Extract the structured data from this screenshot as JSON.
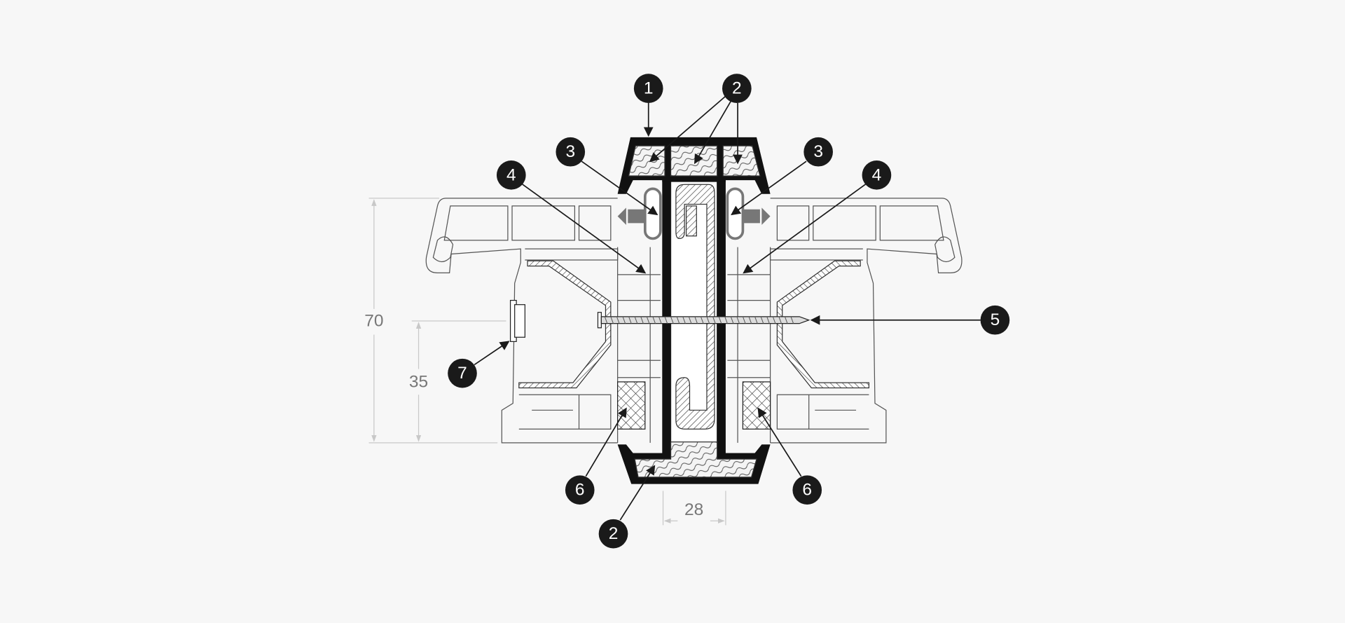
{
  "diagram": {
    "title": "Window mullion coupling cross-section",
    "callouts": [
      {
        "id": "c1",
        "label": "1"
      },
      {
        "id": "c2a",
        "label": "2"
      },
      {
        "id": "c3l",
        "label": "3"
      },
      {
        "id": "c3r",
        "label": "3"
      },
      {
        "id": "c4l",
        "label": "4"
      },
      {
        "id": "c4r",
        "label": "4"
      },
      {
        "id": "c5",
        "label": "5"
      },
      {
        "id": "c6l",
        "label": "6"
      },
      {
        "id": "c6r",
        "label": "6"
      },
      {
        "id": "c7",
        "label": "7"
      },
      {
        "id": "c2b",
        "label": "2"
      }
    ],
    "dimensions": {
      "total_height": "70",
      "half_height": "35",
      "core_width": "28"
    },
    "colors": {
      "background": "#f7f7f7",
      "ink": "#1a1a1a",
      "dimension": "#c8c8c8"
    }
  }
}
